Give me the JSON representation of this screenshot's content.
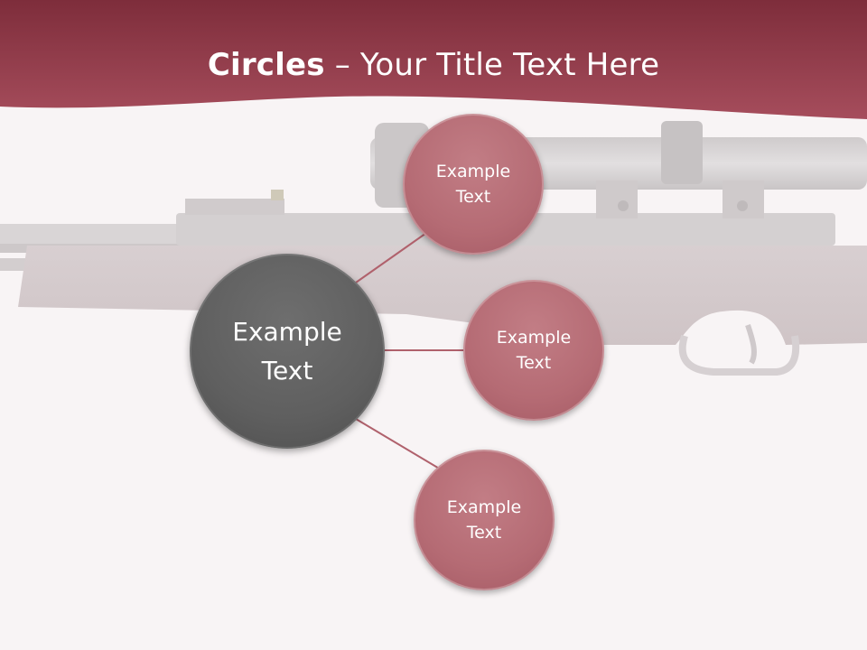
{
  "title": {
    "bold": "Circles",
    "rest": " – Your Title Text Here"
  },
  "colors": {
    "header": "#9b4452",
    "main_circle": "#626262",
    "small_circle": "#b56b74",
    "connector": "#b0616c",
    "background": "#f8f4f5"
  },
  "diagram": {
    "center": {
      "text": "Example\nText"
    },
    "nodes": [
      {
        "text": "Example\nText"
      },
      {
        "text": "Example\nText"
      },
      {
        "text": "Example\nText"
      }
    ]
  }
}
